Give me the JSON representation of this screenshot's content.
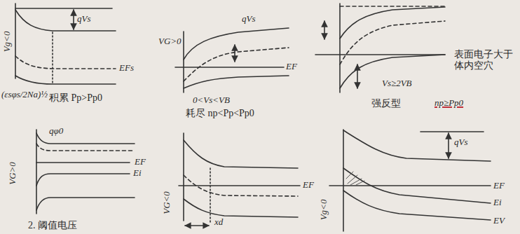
{
  "diagram": {
    "labels": [
      "qVs",
      "Vg<0",
      "EFs",
      "(εsφs/2Na)½",
      "积累 Pp>Pp0",
      "VG>0",
      "qVs",
      "EF",
      "0<Vs<VB",
      "耗尽 np<Pp<Pp0",
      "Vs≥2VB",
      "强反型",
      "表面电子大于体内空穴",
      "np≥Pp0",
      "qφ0",
      "VG>0",
      "EF",
      "Ei",
      "EF",
      "VG<0",
      "xd",
      "qVs",
      "EF",
      "Ei",
      "EV",
      "Vg<0",
      "2. 阈值电压"
    ]
  }
}
